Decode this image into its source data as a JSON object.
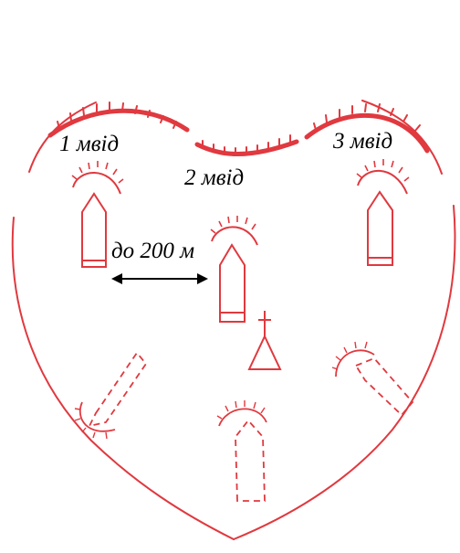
{
  "diagram": {
    "colors": {
      "line": "#e0393f",
      "text": "#000000"
    },
    "labels": {
      "section_1": "1 мвід",
      "section_2": "2 мвід",
      "section_3": "3 мвід",
      "distance": "до 200 м"
    }
  }
}
